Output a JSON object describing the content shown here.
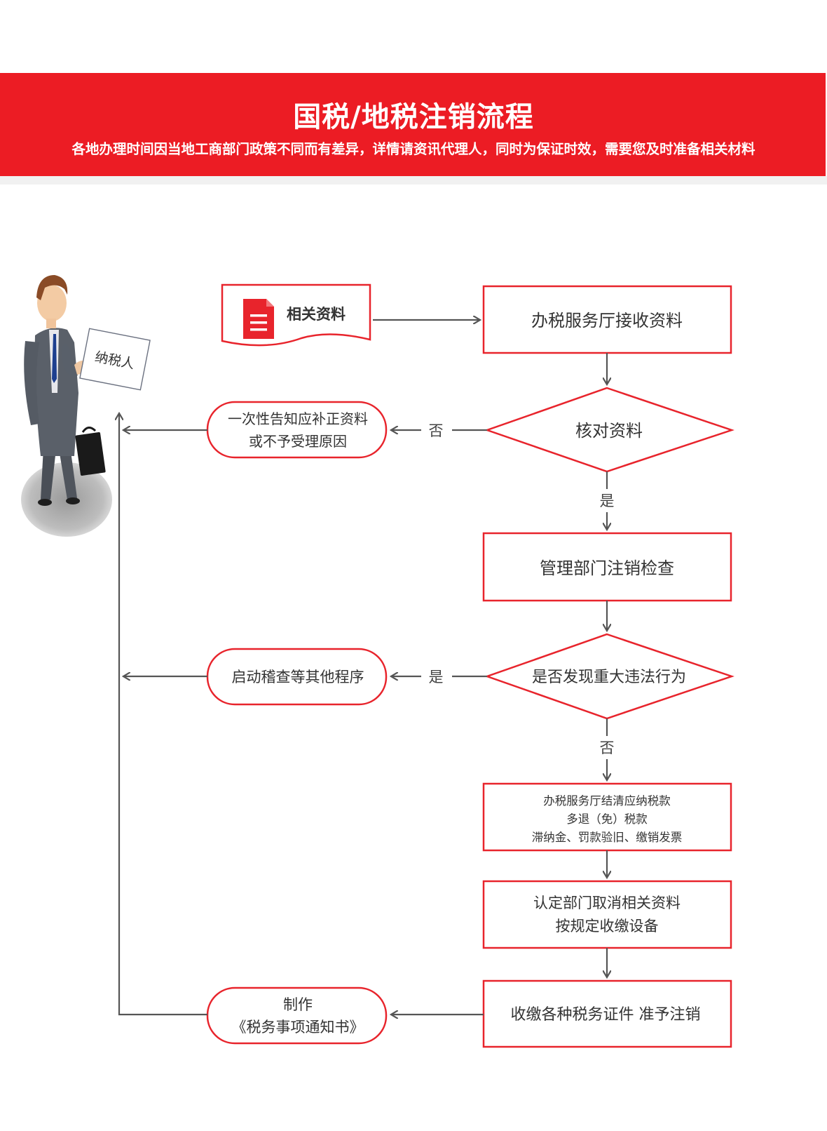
{
  "header": {
    "title": "国税/地税注销流程",
    "subtitle": "各地办理时间因当地工商部门政策不同而有差异，详情请资讯代理人，同时为保证时效，需要您及时准备相关材料"
  },
  "colors": {
    "accent_red": "#ec1c24",
    "box_border": "#e8242c",
    "arrow_gray": "#555555",
    "text_dark": "#333333"
  },
  "person": {
    "sign_label": "纳税人"
  },
  "document": {
    "label": "相关资料",
    "icon": "document-icon"
  },
  "flow": {
    "receive": "办税服务厅接收资料",
    "verify": "核对资料",
    "verify_no_label": "否",
    "verify_yes_label": "是",
    "verify_no_result_line1": "一次性告知应补正资料",
    "verify_no_result_line2": "或不予受理原因",
    "inspection": "管理部门注销检查",
    "violation": "是否发现重大违法行为",
    "violation_yes_label": "是",
    "violation_no_label": "否",
    "violation_yes_result": "启动稽查等其他程序",
    "settle_line1": "办税服务厅结清应纳税款",
    "settle_line2": "多退（免）税款",
    "settle_line3": "滞纳金、罚款验旧、缴销发票",
    "cancel_line1": "认定部门取消相关资料",
    "cancel_line2": "按规定收缴设备",
    "collect": "收缴各种税务证件  准予注销",
    "notice_line1": "制作",
    "notice_line2": "《税务事项通知书》"
  }
}
